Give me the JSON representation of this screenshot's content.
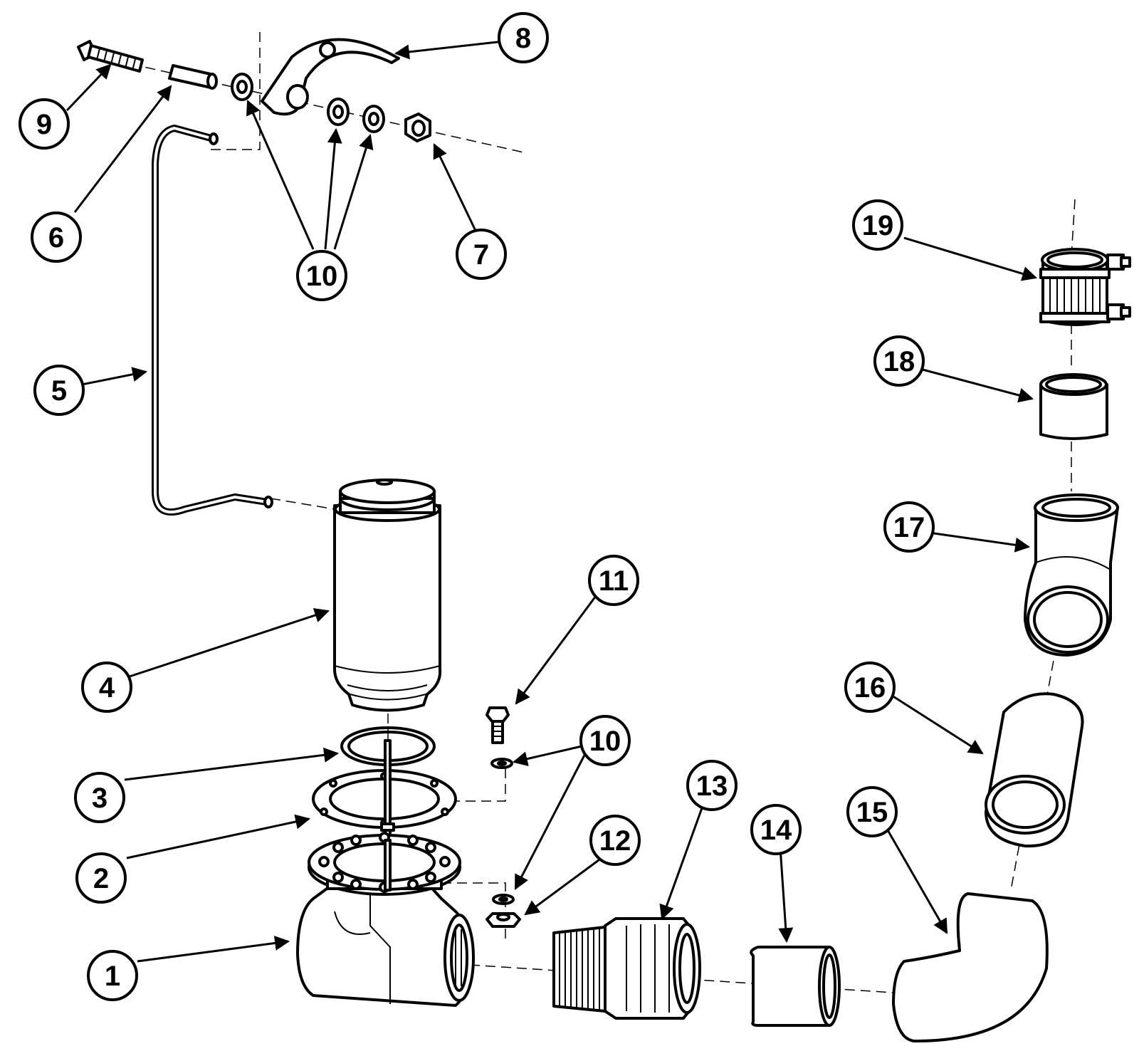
{
  "callouts": {
    "c1": "1",
    "c2": "2",
    "c3": "3",
    "c4": "4",
    "c5": "5",
    "c6": "6",
    "c7": "7",
    "c8": "8",
    "c9": "9",
    "c10a": "10",
    "c10b": "10",
    "c10c": "10",
    "c11": "11",
    "c12": "12",
    "c13": "13",
    "c14": "14",
    "c15": "15",
    "c16": "16",
    "c17": "17",
    "c18": "18",
    "c19": "19"
  }
}
